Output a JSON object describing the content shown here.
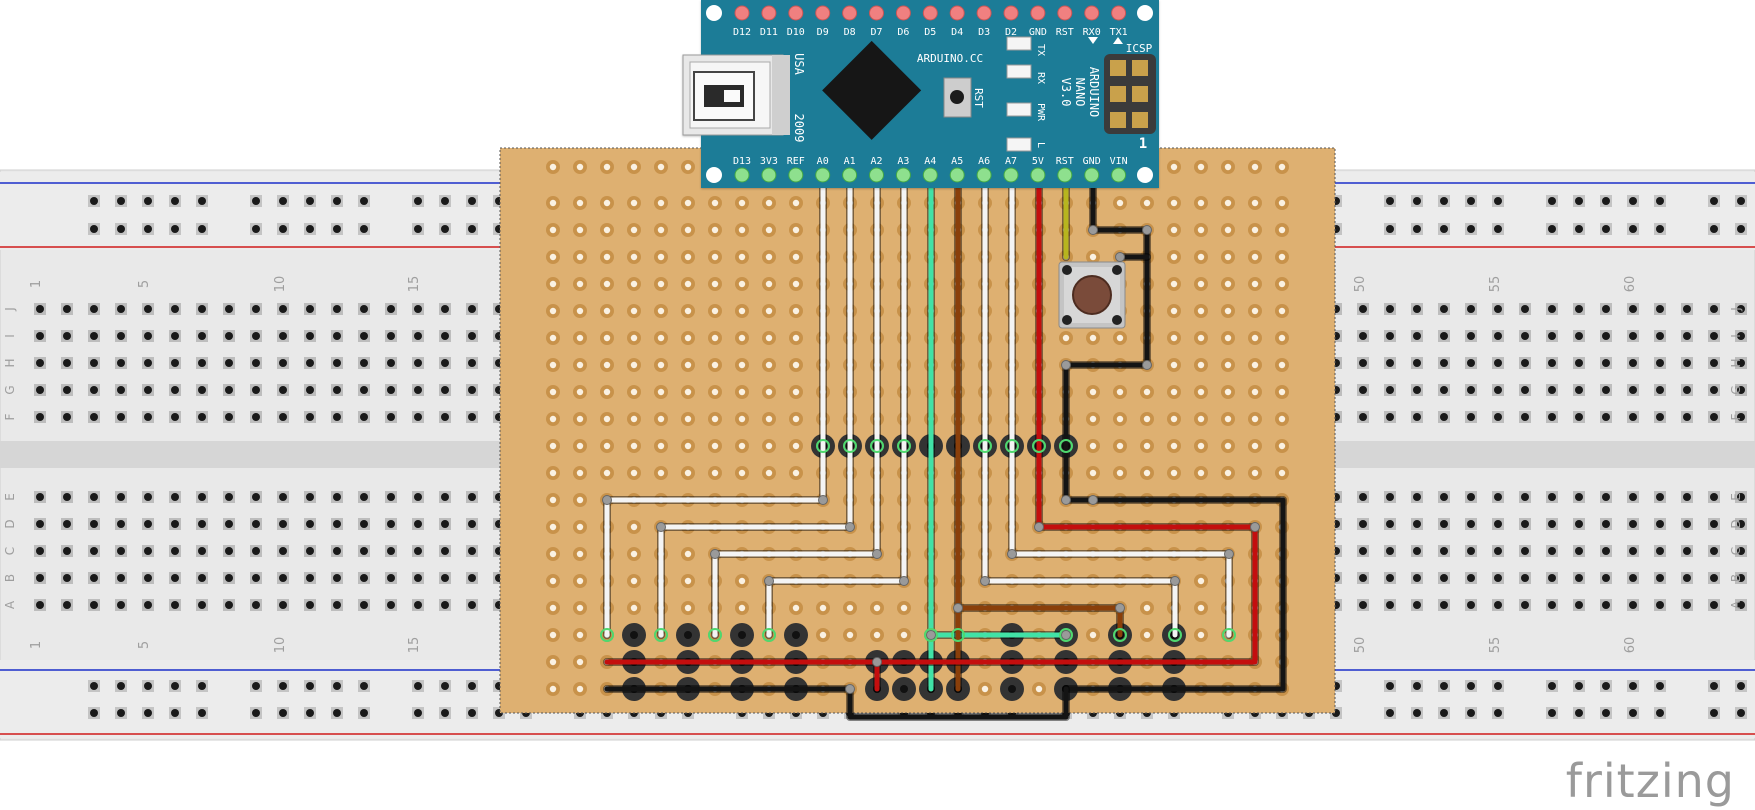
{
  "watermark": "fritzing",
  "colors": {
    "breadboard": "#e9e9e9",
    "breadboard_shade": "#d6d6d6",
    "rail_blue": "#1b2ec9",
    "rail_red": "#d01b1b",
    "perfboard": "#deb071",
    "pad": "#c8924a",
    "board_pcb": "#1b7c97",
    "pin_green": "#8ee08e",
    "pin_red": "#f08080",
    "wire_white": "#f4f4f4",
    "wire_red": "#c40e0e",
    "wire_black": "#141414",
    "wire_brown": "#8a3f0a",
    "wire_cyan": "#41e2a6",
    "wire_yellow": "#b7b51e"
  },
  "breadboard": {
    "row_letters_top": [
      "J",
      "I",
      "H",
      "G",
      "F"
    ],
    "row_letters_bottom": [
      "E",
      "D",
      "C",
      "B",
      "A"
    ],
    "column_numbers_left": [
      "1",
      "5",
      "10",
      "15"
    ],
    "column_numbers_right": [
      "50",
      "55",
      "60"
    ]
  },
  "arduino": {
    "top_pins": [
      "D12",
      "D11",
      "D10",
      "D9",
      "D8",
      "D7",
      "D6",
      "D5",
      "D4",
      "D3",
      "D2",
      "GND",
      "RST",
      "RX0",
      "TX1"
    ],
    "bottom_pins": [
      "D13",
      "3V3",
      "REF",
      "A0",
      "A1",
      "A2",
      "A3",
      "A4",
      "A5",
      "A6",
      "A7",
      "5V",
      "RST",
      "GND",
      "VIN"
    ],
    "name": "ARDUINO.CC",
    "model_lines": [
      "ARDUINO",
      "NANO",
      "V3.0"
    ],
    "origin_lines": [
      "USA",
      "2009"
    ],
    "leds": [
      "TX",
      "RX",
      "PWR",
      "L"
    ],
    "reset_label": "RST",
    "icsp_label": "ICSP",
    "icsp_pin1": "1"
  }
}
